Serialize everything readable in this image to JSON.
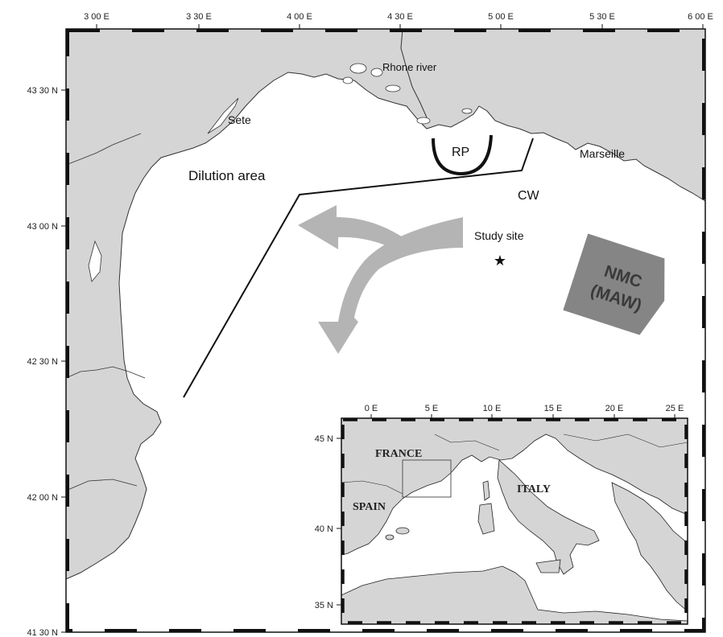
{
  "main_map": {
    "lon_ticks": [
      "3 00 E",
      "3 30 E",
      "4 00 E",
      "4 30 E",
      "5 00 E",
      "5 30 E",
      "6 00 E"
    ],
    "lat_ticks": [
      "43 30 N",
      "43 00 N",
      "42 30 N",
      "42 00 N",
      "41 30 N"
    ],
    "labels": {
      "rhone": "Rhone river",
      "sete": "Sete",
      "marseille": "Marseille",
      "dilution": "Dilution area",
      "rp": "RP",
      "cw": "CW",
      "study_site": "Study site",
      "star": "★",
      "nmc": "NMC",
      "maw": "(MAW)"
    }
  },
  "inset": {
    "lon_ticks": [
      "0 E",
      "5 E",
      "10 E",
      "15 E",
      "20 E",
      "25 E"
    ],
    "lat_ticks": [
      "45 N",
      "40 N",
      "35 N"
    ],
    "countries": {
      "france": "FRANCE",
      "spain": "SPAIN",
      "italy": "ITALY"
    }
  },
  "colors": {
    "land": "#d5d5d5",
    "sea": "#ffffff",
    "arrow": "#b4b4b4",
    "nmc_box": "#858585",
    "nmc_text": "#3a3a3a"
  }
}
